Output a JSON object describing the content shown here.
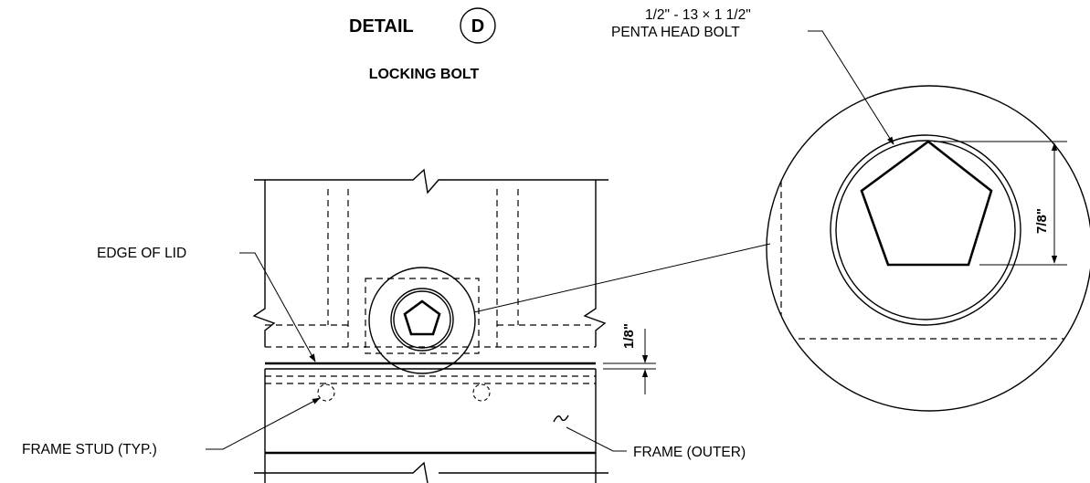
{
  "title": {
    "detail_label": "DETAIL",
    "detail_letter": "D",
    "subtitle": "LOCKING BOLT"
  },
  "callouts": {
    "bolt_line1": "1/2\" - 13 × 1 1/2\"",
    "bolt_line2": "PENTA HEAD BOLT",
    "edge_of_lid": "EDGE OF LID",
    "frame_stud": "FRAME STUD (TYP.)",
    "frame_outer": "FRAME (OUTER)"
  },
  "dimensions": {
    "gap": "1/8\"",
    "bolt_head": "7/8\""
  }
}
